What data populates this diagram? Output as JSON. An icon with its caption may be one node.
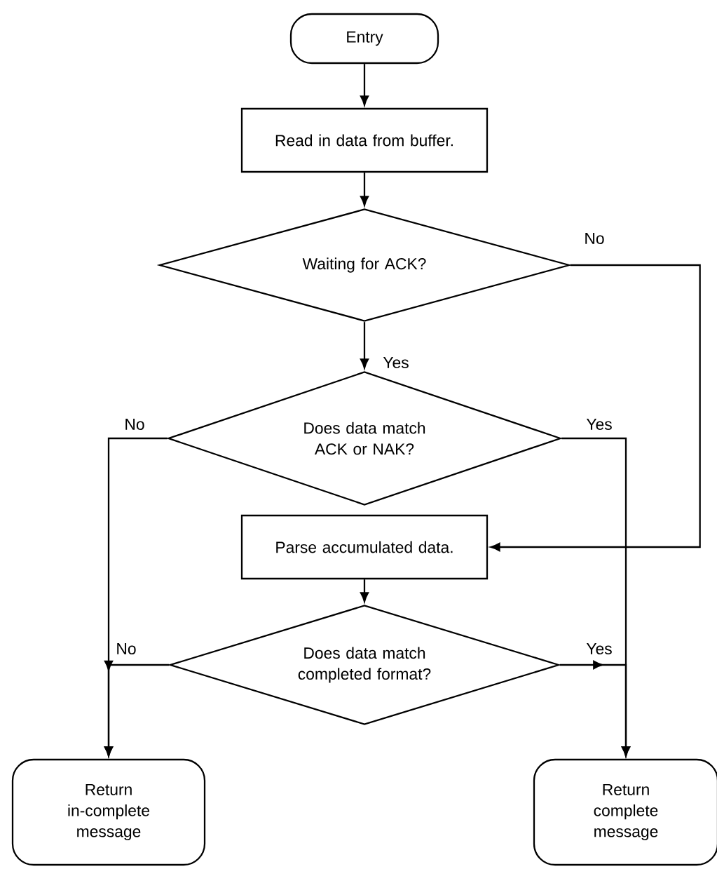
{
  "diagram": {
    "nodes": [
      {
        "text": [
          "Entry"
        ]
      },
      {
        "text": [
          "Read in data from buffer."
        ]
      },
      {
        "text": [
          "Waiting for ACK?"
        ]
      },
      {
        "text": [
          "Does data match ACK or NAK?"
        ]
      },
      {
        "text": [
          "Parse accumulated data."
        ]
      },
      {
        "text": [
          "Does data match completed format?"
        ]
      },
      {
        "text": [
          "Return in-complete message"
        ]
      },
      {
        "text": [
          "Return complete message"
        ]
      }
    ],
    "edges": [
      {
        "from": 0,
        "to": 1,
        "arrow": "to"
      },
      {
        "from": 1,
        "to": 2,
        "arrow": "to"
      },
      {
        "from": 2,
        "to": 3,
        "arrow": "to",
        "label": "Yes"
      },
      {
        "from": 2,
        "to": 4,
        "arrow": "to",
        "label": "No"
      },
      {
        "from": 3,
        "to": 6,
        "arrow": "to",
        "label": "No"
      },
      {
        "from": 3,
        "to": 7,
        "arrow": "to",
        "label": "Yes"
      },
      {
        "from": 4,
        "to": 5,
        "arrow": "to"
      },
      {
        "from": 5,
        "to": 6,
        "arrow": "to",
        "label": "No"
      },
      {
        "from": 5,
        "to": 7,
        "arrow": "to",
        "label": "Yes"
      }
    ]
  }
}
